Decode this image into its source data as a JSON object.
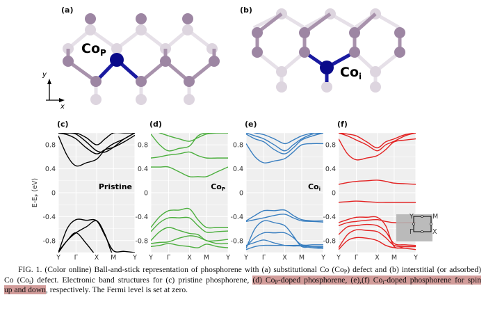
{
  "structures": [
    {
      "panel_label": "(a)",
      "defect_label": "Co",
      "defect_sub": "P"
    },
    {
      "panel_label": "(b)",
      "defect_label": "Co",
      "defect_sub": "i"
    }
  ],
  "axes_indicator": {
    "y": "y",
    "x": "x"
  },
  "colors": {
    "phosphorus": "#9d86a3",
    "phosphorus_back": "#ddd5df",
    "cobalt": "#0a0a8a",
    "pristine": "#000000",
    "cop": "#4caf3e",
    "coi_up": "#3a7fc0",
    "coi_down": "#e32222",
    "highlight": "#d29c9a",
    "plot_bg": "#efefef"
  },
  "chart_data": [
    {
      "type": "line",
      "panel_label": "(c)",
      "title": "Pristine",
      "title_sub": "",
      "color": "#000000",
      "ylabel": "E-E",
      "ylabel_sub": "F",
      "ylabel_unit": " (eV)",
      "ylim": [
        -1.0,
        1.0
      ],
      "yticks": [
        "0.8",
        "0.4",
        "0",
        "-0.4",
        "-0.8"
      ],
      "ytick_values": [
        0.8,
        0.4,
        0,
        -0.4,
        -0.8
      ],
      "xticks": [
        "Y",
        "Γ",
        "X",
        "M",
        "Y"
      ],
      "xtick_positions": [
        0,
        0.23,
        0.5,
        0.72,
        1.0
      ],
      "k": [
        0,
        0.115,
        0.23,
        0.365,
        0.5,
        0.61,
        0.72,
        0.86,
        1.0
      ],
      "bands": [
        [
          0.95,
          0.62,
          0.45,
          0.5,
          0.56,
          0.72,
          0.82,
          0.9,
          1.0
        ],
        [
          1.0,
          0.97,
          0.9,
          0.75,
          0.65,
          0.72,
          0.76,
          0.85,
          0.96
        ],
        [
          1.0,
          1.0,
          0.98,
          0.85,
          0.7,
          0.68,
          0.76,
          0.9,
          1.0
        ],
        [
          1.0,
          1.0,
          1.0,
          0.92,
          0.8,
          0.9,
          1.0,
          1.0,
          1.0
        ],
        [
          -1.0,
          -0.6,
          -0.45,
          -0.46,
          -0.47,
          -0.72,
          -0.97,
          -0.98,
          -1.0
        ],
        [
          -1.0,
          -0.8,
          -0.67,
          -0.57,
          -0.47,
          -0.7,
          -1.05,
          -1.05,
          -1.05
        ],
        [
          -0.98,
          -0.8,
          -0.67,
          -0.85,
          -1.05,
          -1.05,
          -1.05,
          -1.05,
          -1.05
        ]
      ]
    },
    {
      "type": "line",
      "panel_label": "(d)",
      "title": "Co",
      "title_sub": "P",
      "color": "#4caf3e",
      "ylim": [
        -1.0,
        1.0
      ],
      "yticks": [
        "0.8",
        "0.4",
        "0",
        "-0.4",
        "-0.8"
      ],
      "ytick_values": [
        0.8,
        0.4,
        0,
        -0.4,
        -0.8
      ],
      "xticks": [
        "Y",
        "Γ",
        "X",
        "M",
        "Y"
      ],
      "xtick_positions": [
        0,
        0.23,
        0.5,
        0.72,
        1.0
      ],
      "k": [
        0,
        0.115,
        0.23,
        0.365,
        0.5,
        0.61,
        0.72,
        0.86,
        1.0
      ],
      "bands": [
        [
          0.98,
          0.8,
          0.7,
          0.74,
          0.78,
          0.95,
          1.0,
          1.0,
          1.0
        ],
        [
          1.05,
          1.0,
          0.95,
          0.9,
          0.86,
          0.92,
          0.98,
          1.0,
          1.0
        ],
        [
          0.58,
          0.6,
          0.63,
          0.65,
          0.68,
          0.62,
          0.58,
          0.58,
          0.58
        ],
        [
          0.43,
          0.43,
          0.43,
          0.35,
          0.27,
          0.27,
          0.27,
          0.35,
          0.43
        ],
        [
          -0.58,
          -0.4,
          -0.3,
          -0.29,
          -0.27,
          -0.45,
          -0.58,
          -0.58,
          -0.58
        ],
        [
          -0.65,
          -0.5,
          -0.42,
          -0.42,
          -0.42,
          -0.55,
          -0.66,
          -0.65,
          -0.64
        ],
        [
          -0.8,
          -0.65,
          -0.58,
          -0.63,
          -0.68,
          -0.7,
          -0.8,
          -0.8,
          -0.78
        ],
        [
          -0.85,
          -0.83,
          -0.82,
          -0.76,
          -0.72,
          -0.74,
          -0.8,
          -0.85,
          -0.85
        ],
        [
          -0.9,
          -0.88,
          -0.85,
          -0.88,
          -0.9,
          -0.92,
          -0.86,
          -0.9,
          -0.92
        ]
      ]
    },
    {
      "type": "line",
      "panel_label": "(e)",
      "title": "Co",
      "title_sub": "i",
      "color": "#3a7fc0",
      "ylim": [
        -1.0,
        1.0
      ],
      "yticks": [
        "0.8",
        "0.4",
        "0",
        "-0.4",
        "-0.8"
      ],
      "ytick_values": [
        0.8,
        0.4,
        0,
        -0.4,
        -0.8
      ],
      "xticks": [
        "Y",
        "Γ",
        "X",
        "M",
        "Y"
      ],
      "xtick_positions": [
        0,
        0.23,
        0.5,
        0.72,
        1.0
      ],
      "k": [
        0,
        0.115,
        0.23,
        0.365,
        0.5,
        0.61,
        0.72,
        0.86,
        1.0
      ],
      "bands": [
        [
          0.82,
          0.6,
          0.5,
          0.53,
          0.57,
          0.68,
          0.8,
          0.82,
          0.82
        ],
        [
          0.98,
          0.9,
          0.85,
          0.72,
          0.65,
          0.75,
          0.88,
          0.95,
          1.0
        ],
        [
          1.0,
          0.95,
          0.9,
          0.8,
          0.7,
          0.8,
          0.9,
          0.98,
          1.0
        ],
        [
          1.05,
          1.0,
          0.97,
          0.9,
          0.82,
          0.88,
          0.95,
          1.0,
          1.05
        ],
        [
          -0.47,
          -0.38,
          -0.3,
          -0.3,
          -0.29,
          -0.38,
          -0.45,
          -0.47,
          -0.47
        ],
        [
          -0.48,
          -0.45,
          -0.42,
          -0.38,
          -0.36,
          -0.42,
          -0.47,
          -0.48,
          -0.49
        ],
        [
          -0.93,
          -0.6,
          -0.47,
          -0.5,
          -0.55,
          -0.72,
          -0.9,
          -0.9,
          -0.9
        ],
        [
          -0.9,
          -0.75,
          -0.67,
          -0.67,
          -0.67,
          -0.75,
          -0.87,
          -0.87,
          -0.87
        ],
        [
          -0.88,
          -0.83,
          -0.79,
          -0.84,
          -0.88,
          -0.89,
          -0.89,
          -0.92,
          -0.93
        ],
        [
          -0.95,
          -0.9,
          -0.88,
          -0.88,
          -0.88,
          -0.88,
          -0.88,
          -0.9,
          -0.92
        ]
      ]
    },
    {
      "type": "line",
      "panel_label": "(f)",
      "title": "",
      "title_sub": "",
      "color": "#e32222",
      "ylim": [
        -1.0,
        1.0
      ],
      "yticks": [
        "0.8",
        "0.4",
        "0",
        "-0.4",
        "-0.8"
      ],
      "ytick_values": [
        0.8,
        0.4,
        0,
        -0.4,
        -0.8
      ],
      "xticks": [
        "Y",
        "Γ",
        "X",
        "M",
        "Y"
      ],
      "xtick_positions": [
        0,
        0.23,
        0.5,
        0.72,
        1.0
      ],
      "k": [
        0,
        0.115,
        0.23,
        0.365,
        0.5,
        0.61,
        0.72,
        0.86,
        1.0
      ],
      "bands": [
        [
          0.9,
          0.65,
          0.55,
          0.58,
          0.62,
          0.72,
          0.85,
          0.88,
          0.9
        ],
        [
          1.0,
          0.95,
          0.88,
          0.8,
          0.7,
          0.8,
          0.86,
          0.95,
          1.0
        ],
        [
          1.0,
          0.98,
          0.95,
          0.85,
          0.75,
          0.85,
          0.9,
          0.97,
          1.0
        ],
        [
          0.14,
          0.17,
          0.19,
          0.2,
          0.21,
          0.19,
          0.16,
          0.15,
          0.14
        ],
        [
          -0.16,
          -0.15,
          -0.14,
          -0.15,
          -0.16,
          -0.16,
          -0.16,
          -0.16,
          -0.16
        ],
        [
          -0.5,
          -0.45,
          -0.41,
          -0.41,
          -0.41,
          -0.55,
          -0.9,
          -0.9,
          -0.9
        ],
        [
          -0.55,
          -0.5,
          -0.48,
          -0.46,
          -0.45,
          -0.48,
          -0.5,
          -0.5,
          -0.5
        ],
        [
          -0.7,
          -0.57,
          -0.55,
          -0.53,
          -0.55,
          -0.65,
          -0.85,
          -0.87,
          -0.88
        ],
        [
          -0.92,
          -0.7,
          -0.62,
          -0.63,
          -0.65,
          -0.75,
          -0.88,
          -0.9,
          -0.9
        ],
        [
          -0.95,
          -0.8,
          -0.75,
          -0.76,
          -0.8,
          -0.88,
          -0.92,
          -0.93,
          -0.95
        ]
      ],
      "inset": {
        "labels": [
          "Y",
          "M",
          "Γ",
          "X"
        ]
      }
    }
  ],
  "caption": {
    "l1a": "FIG. 1. (Color online)  Ball-and-stick representation of phosphorene with (a) substitutional Co (Co",
    "l1sub": "P",
    "l1b": ") defect and (b) interstitial (or adsorbed)",
    "l2a": "Co (Co",
    "l2sub": "i",
    "l2b": ") defect. Electronic band structures for (c) pristine phosphorene, ",
    "l2h1": "(d) Co",
    "l2hsub1": "P",
    "l2h2": "-doped phosphorene, (e),(f) Co",
    "l2hsub2": "i",
    "l2h3": "-doped phosphorene for spin",
    "l3h": "up and down",
    "l3b": ", respectively. The Fermi level is set at zero."
  }
}
